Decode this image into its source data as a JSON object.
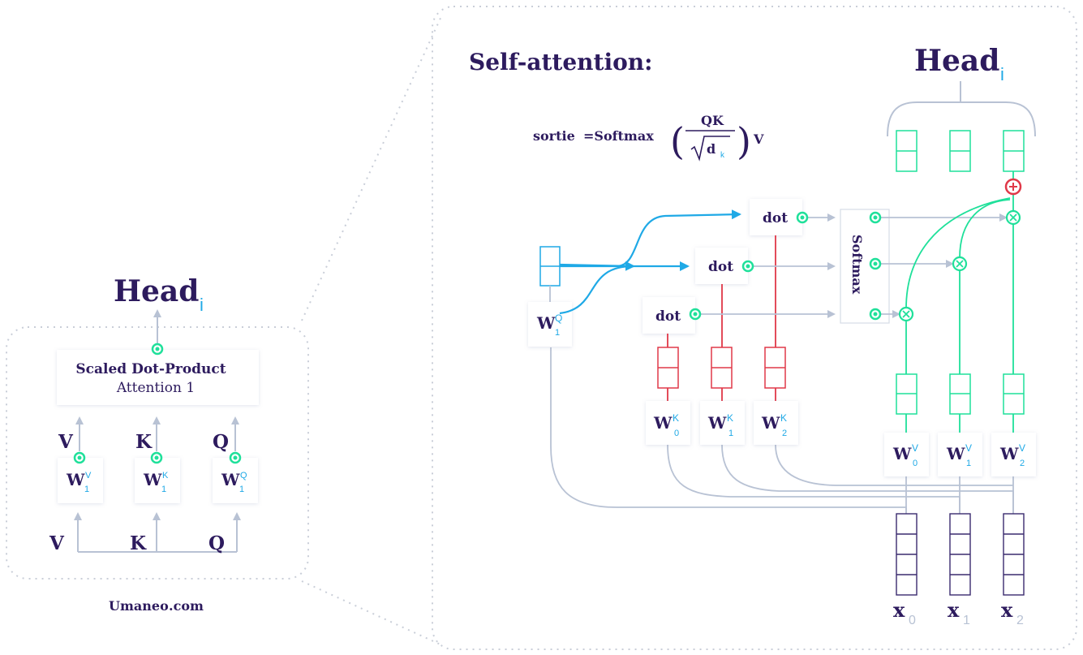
{
  "colors": {
    "ink": "#2d1b5e",
    "cyan": "#1fa9e6",
    "green": "#1fe09a",
    "red": "#e03848",
    "grey": "#b8c2d4",
    "dots": "#c9ced8"
  },
  "left_panel": {
    "head": "Head",
    "head_sub": "i",
    "box_title": "Scaled Dot-Product",
    "box_subtitle": "Attention 1",
    "outputs": [
      "V",
      "K",
      "Q"
    ],
    "weights": [
      {
        "w": "W",
        "sup": "V",
        "sub": "1"
      },
      {
        "w": "W",
        "sup": "K",
        "sub": "1"
      },
      {
        "w": "W",
        "sup": "Q",
        "sub": "1"
      }
    ],
    "inputs": [
      "V",
      "K",
      "Q"
    ]
  },
  "watermark": {
    "name": "Umaneo",
    "domain": ".com"
  },
  "right_panel": {
    "title": "Self-attention:",
    "head": "Head",
    "head_sub": "i",
    "formula": {
      "lhs": "sortie",
      "eq": "=Softmax",
      "numerator": "QK",
      "denominator": "d",
      "denominator_sub": "k",
      "tail": "V"
    },
    "dot_labels": [
      "dot",
      "dot",
      "dot"
    ],
    "softmax_label": "Softmax",
    "wq": {
      "w": "W",
      "sup": "Q",
      "sub": "1"
    },
    "wk": [
      {
        "w": "W",
        "sup": "K",
        "sub": "0"
      },
      {
        "w": "W",
        "sup": "K",
        "sub": "1"
      },
      {
        "w": "W",
        "sup": "K",
        "sub": "2"
      }
    ],
    "wv": [
      {
        "w": "W",
        "sup": "V",
        "sub": "0"
      },
      {
        "w": "W",
        "sup": "V",
        "sub": "1"
      },
      {
        "w": "W",
        "sup": "V",
        "sub": "2"
      }
    ],
    "inputs": [
      {
        "x": "x",
        "sub": "0"
      },
      {
        "x": "x",
        "sub": "1"
      },
      {
        "x": "x",
        "sub": "2"
      }
    ]
  }
}
